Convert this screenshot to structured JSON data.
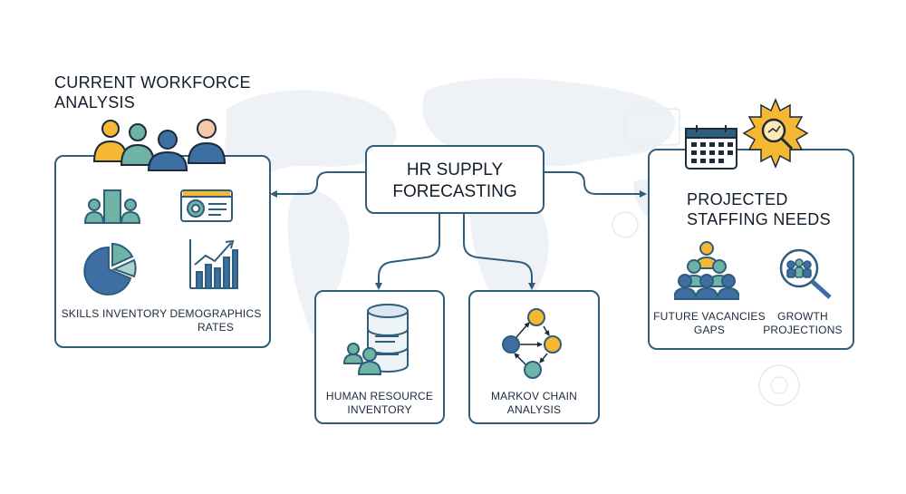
{
  "colors": {
    "navy": "#2f5d7c",
    "teal": "#6fb3a5",
    "blue": "#3d6fa3",
    "gold": "#f5b833",
    "ink": "#1c2a3a"
  },
  "left": {
    "title_line1": "CURRENT WORKFORCE",
    "title_line2": "ANALYSIS",
    "header_icon": "team-people-icon",
    "items": [
      {
        "label": "",
        "icon": "people-bar-icon"
      },
      {
        "label": "",
        "icon": "profile-gear-card-icon"
      },
      {
        "label": "SKILLS INVENTORY",
        "icon": "pie-chart-icon"
      },
      {
        "label_line1": "DEMOGRAPHICS",
        "label_line2": "RATES",
        "icon": "rising-bar-chart-icon"
      }
    ]
  },
  "center": {
    "title_line1": "HR SUPPLY",
    "title_line2": "FORECASTING"
  },
  "bottom": [
    {
      "label_line1": "HUMAN RESOURCE",
      "label_line2": "INVENTORY",
      "icon": "database-people-icon"
    },
    {
      "label_line1": "MARKOV CHAIN",
      "label_line2": "ANALYSIS",
      "icon": "markov-network-icon"
    }
  ],
  "right": {
    "title_line1": "PROJECTED",
    "title_line2": "STAFFING NEEDS",
    "header_icons": [
      "calendar-icon",
      "sun-gear-magnifier-icon"
    ],
    "items": [
      {
        "label_line1": "FUTURE VACANCIES",
        "label_line2": "GAPS",
        "icon": "people-pyramid-icon"
      },
      {
        "label_line1": "GROWTH",
        "label_line2": "PROJECTIONS",
        "icon": "magnifier-people-icon"
      }
    ]
  }
}
